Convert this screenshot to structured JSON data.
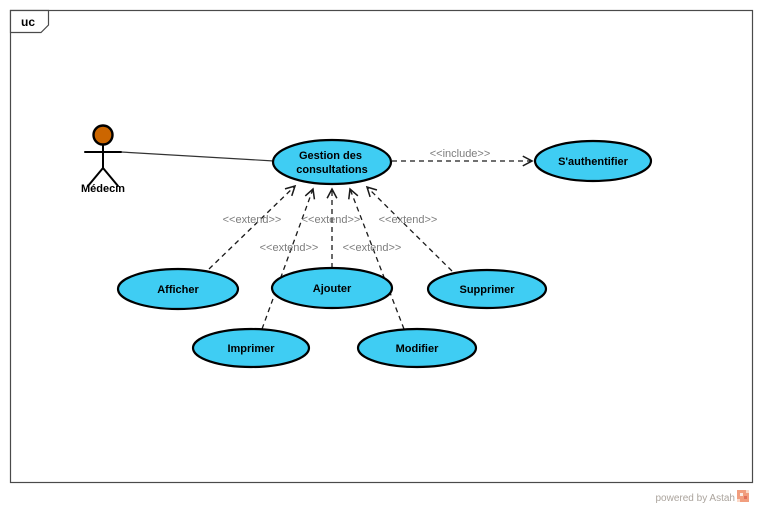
{
  "frame": {
    "tag": "uc"
  },
  "actor": {
    "name": "Médecin"
  },
  "use_cases": [
    {
      "id": "gestion-consultations",
      "line1": "Gestion des",
      "line2": "consultations"
    },
    {
      "id": "authentifier",
      "label": "S'authentifier"
    },
    {
      "id": "afficher",
      "label": "Afficher"
    },
    {
      "id": "ajouter",
      "label": "Ajouter"
    },
    {
      "id": "supprimer",
      "label": "Supprimer"
    },
    {
      "id": "imprimer",
      "label": "Imprimer"
    },
    {
      "id": "modifier",
      "label": "Modifier"
    }
  ],
  "stereotypes": {
    "include": "<<include>>",
    "extend": "<<extend>>"
  },
  "relations": [
    {
      "from": "Médecin",
      "to": "Gestion des consultations",
      "type": "association"
    },
    {
      "from": "Gestion des consultations",
      "to": "S'authentifier",
      "type": "include"
    },
    {
      "from": "Afficher",
      "to": "Gestion des consultations",
      "type": "extend"
    },
    {
      "from": "Imprimer",
      "to": "Gestion des consultations",
      "type": "extend"
    },
    {
      "from": "Ajouter",
      "to": "Gestion des consultations",
      "type": "extend"
    },
    {
      "from": "Modifier",
      "to": "Gestion des consultations",
      "type": "extend"
    },
    {
      "from": "Supprimer",
      "to": "Gestion des consultations",
      "type": "extend"
    }
  ],
  "colors": {
    "use_case_fill": "#3FCDF3",
    "actor_head": "#CC6600"
  },
  "watermark": {
    "text": "powered by Astah"
  }
}
